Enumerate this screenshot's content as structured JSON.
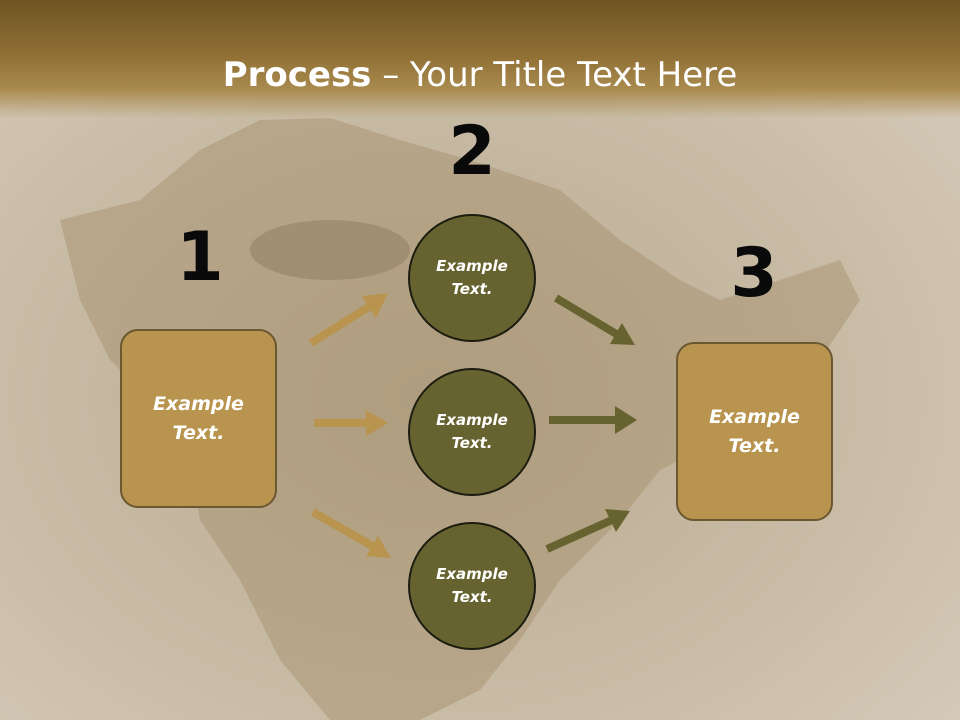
{
  "title": {
    "bold": "Process",
    "rest": " – Your Title Text Here"
  },
  "step_numbers": [
    "1",
    "2",
    "3"
  ],
  "left_box": {
    "text": "Example Text."
  },
  "circles": [
    {
      "text": "Example Text."
    },
    {
      "text": "Example Text."
    },
    {
      "text": "Example Text."
    }
  ],
  "right_box": {
    "text": "Example Text."
  },
  "colors": {
    "box_fill": "#b8944f",
    "circle_fill": "#676330",
    "arrow_left": "#b8944f",
    "arrow_right": "#676330",
    "title_bar": "#8e6e33"
  }
}
